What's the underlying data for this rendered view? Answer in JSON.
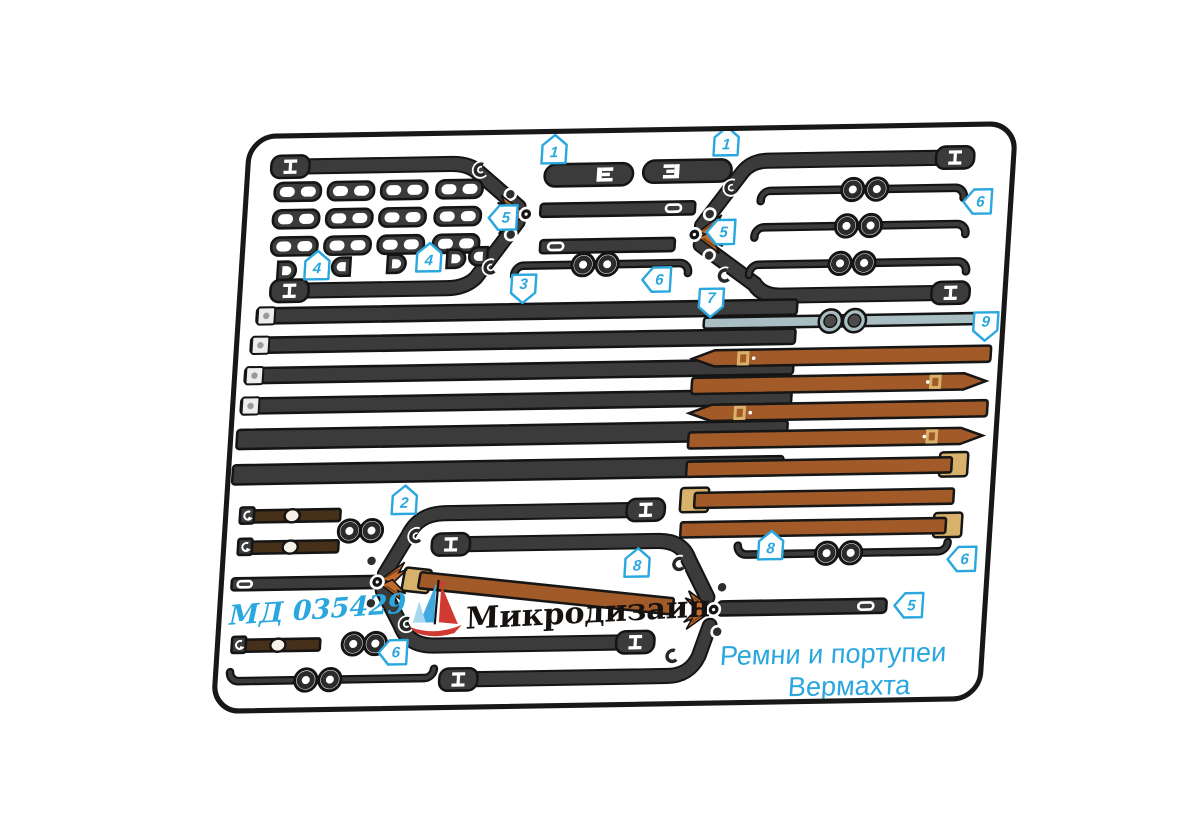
{
  "product": {
    "code": "МД 035429",
    "brand": "Микродизаин",
    "title_line1": "Ремни и портупеи",
    "title_line2": "Вермахта"
  },
  "tags": [
    "1",
    "1",
    "5",
    "5",
    "4",
    "4",
    "3",
    "6",
    "6",
    "7",
    "9",
    "2",
    "8",
    "8",
    "6",
    "5",
    "6"
  ],
  "colors": {
    "accent_cyan": "#2aa7df",
    "strap_dark": "#3b3b3b",
    "leather_brown": "#a15a28",
    "tan_buckle": "#d8b26a",
    "strap_bluegray": "#a9bec3",
    "knot_orange": "#c06a2c",
    "small_strap_brown": "#47301a",
    "outline_black": "#161616"
  }
}
